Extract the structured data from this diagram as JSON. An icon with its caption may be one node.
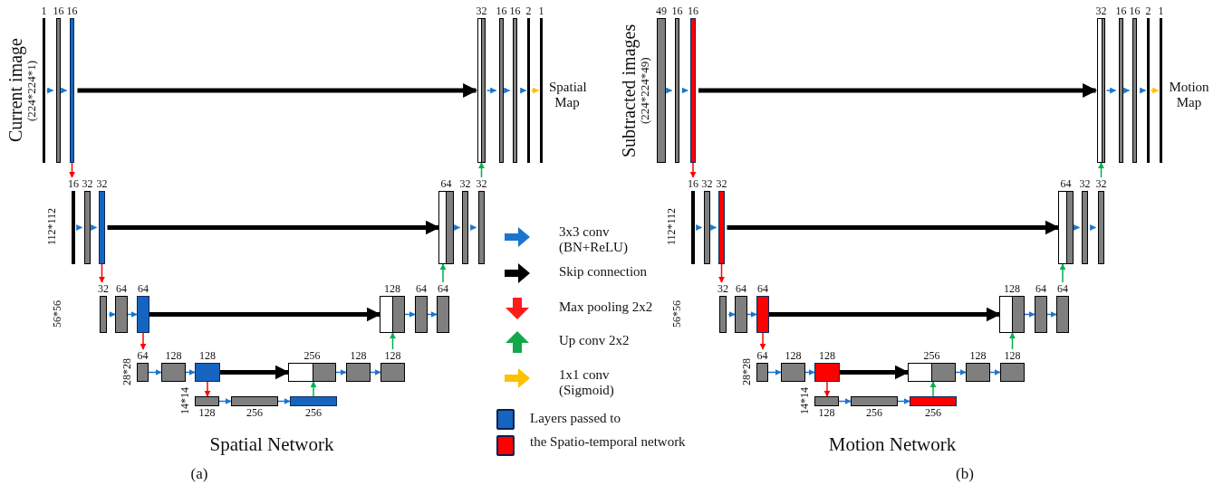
{
  "diagram": {
    "nodes": [
      {
        "text": [
          "1"
        ],
        "beside": [
          "Current image",
          "(224*224*1)"
        ]
      },
      {
        "text": [
          "16"
        ]
      },
      {
        "text": [
          "16"
        ]
      },
      {
        "text": [
          "32"
        ]
      },
      {
        "text": [
          "16"
        ]
      },
      {
        "text": [
          "16"
        ]
      },
      {
        "text": [
          "2"
        ]
      },
      {
        "text": [
          "1"
        ],
        "beside": [
          "Spatial Map"
        ]
      },
      {
        "text": [
          "16"
        ]
      },
      {
        "text": [
          "32"
        ]
      },
      {
        "text": [
          "32"
        ]
      },
      {
        "text": [
          "64"
        ]
      },
      {
        "text": [
          "32"
        ]
      },
      {
        "text": [
          "32"
        ]
      },
      {
        "text": [
          "32"
        ]
      },
      {
        "text": [
          "64"
        ]
      },
      {
        "text": [
          "64"
        ]
      },
      {
        "text": [
          "128"
        ]
      },
      {
        "text": [
          "64"
        ]
      },
      {
        "text": [
          "64"
        ]
      },
      {
        "text": [
          "64"
        ]
      },
      {
        "text": [
          "128"
        ]
      },
      {
        "text": [
          "128"
        ]
      },
      {
        "text": [
          "256"
        ]
      },
      {
        "text": [
          "128"
        ]
      },
      {
        "text": [
          "128"
        ]
      },
      {
        "text": [
          "128"
        ]
      },
      {
        "text": [
          "256"
        ]
      },
      {
        "text": [
          "256"
        ]
      },
      {
        "text": [
          "49"
        ],
        "beside": [
          "Subtracted images",
          "(224*224*49)"
        ]
      },
      {
        "text": [
          "16"
        ]
      },
      {
        "text": [
          "16"
        ]
      },
      {
        "text": [
          "32"
        ]
      },
      {
        "text": [
          "16"
        ]
      },
      {
        "text": [
          "16"
        ]
      },
      {
        "text": [
          "2"
        ]
      },
      {
        "text": [
          "1"
        ],
        "beside": [
          "Motion Map"
        ]
      },
      {
        "text": [
          "16"
        ]
      },
      {
        "text": [
          "32"
        ]
      },
      {
        "text": [
          "32"
        ]
      },
      {
        "text": [
          "64"
        ]
      },
      {
        "text": [
          "32"
        ]
      },
      {
        "text": [
          "32"
        ]
      },
      {
        "text": [
          "32"
        ]
      },
      {
        "text": [
          "64"
        ]
      },
      {
        "text": [
          "64"
        ]
      },
      {
        "text": [
          "128"
        ]
      },
      {
        "text": [
          "64"
        ]
      },
      {
        "text": [
          "64"
        ]
      },
      {
        "text": [
          "64"
        ]
      },
      {
        "text": [
          "128"
        ]
      },
      {
        "text": [
          "128"
        ]
      },
      {
        "text": [
          "256"
        ]
      },
      {
        "text": [
          "128"
        ]
      },
      {
        "text": [
          "128"
        ]
      },
      {
        "text": [
          "128"
        ]
      },
      {
        "text": [
          "256"
        ]
      },
      {
        "text": [
          "256"
        ]
      }
    ],
    "edges": [
      {
        "from": 0,
        "to": 1,
        "arrow": "to"
      },
      {
        "from": 1,
        "to": 2,
        "arrow": "to"
      },
      {
        "from": 2,
        "to": 3,
        "arrow": "to",
        "style": "thick",
        "color": "#000000"
      },
      {
        "from": 3,
        "to": 4,
        "arrow": "to"
      },
      {
        "from": 4,
        "to": 5,
        "arrow": "to"
      },
      {
        "from": 5,
        "to": 6,
        "arrow": "to"
      },
      {
        "from": 6,
        "to": 7,
        "arrow": "to",
        "color": "#ffc000"
      },
      {
        "from": 8,
        "to": 9,
        "arrow": "to"
      },
      {
        "from": 9,
        "to": 10,
        "arrow": "to"
      },
      {
        "from": 10,
        "to": 11,
        "arrow": "to",
        "style": "thick",
        "color": "#000000"
      },
      {
        "from": 11,
        "to": 12,
        "arrow": "to"
      },
      {
        "from": 12,
        "to": 13,
        "arrow": "to"
      },
      {
        "from": 14,
        "to": 15,
        "arrow": "to"
      },
      {
        "from": 15,
        "to": 16,
        "arrow": "to"
      },
      {
        "from": 16,
        "to": 17,
        "arrow": "to",
        "style": "thick",
        "color": "#000000"
      },
      {
        "from": 17,
        "to": 18,
        "arrow": "to"
      },
      {
        "from": 18,
        "to": 19,
        "arrow": "to"
      },
      {
        "from": 20,
        "to": 21,
        "arrow": "to"
      },
      {
        "from": 21,
        "to": 22,
        "arrow": "to"
      },
      {
        "from": 22,
        "to": 23,
        "arrow": "to",
        "style": "thick",
        "color": "#000000"
      },
      {
        "from": 23,
        "to": 24,
        "arrow": "to"
      },
      {
        "from": 24,
        "to": 25,
        "arrow": "to"
      },
      {
        "from": 26,
        "to": 27,
        "arrow": "to"
      },
      {
        "from": 27,
        "to": 28,
        "arrow": "to"
      },
      {
        "from": 2,
        "to": 8,
        "arrow": "to",
        "color": "#ff0000"
      },
      {
        "from": 10,
        "to": 14,
        "arrow": "to",
        "color": "#ff0000"
      },
      {
        "from": 16,
        "to": 20,
        "arrow": "to",
        "color": "#ff0000"
      },
      {
        "from": 22,
        "to": 26,
        "arrow": "to",
        "color": "#ff0000"
      },
      {
        "from": 28,
        "to": 23,
        "arrow": "to",
        "color": "#00b050"
      },
      {
        "from": 25,
        "to": 17,
        "arrow": "to",
        "color": "#00b050"
      },
      {
        "from": 19,
        "to": 11,
        "arrow": "to",
        "color": "#00b050"
      },
      {
        "from": 13,
        "to": 3,
        "arrow": "to",
        "color": "#00b050"
      },
      {
        "from": 29,
        "to": 30,
        "arrow": "to"
      },
      {
        "from": 30,
        "to": 31,
        "arrow": "to"
      },
      {
        "from": 31,
        "to": 32,
        "arrow": "to",
        "style": "thick",
        "color": "#000000"
      },
      {
        "from": 32,
        "to": 33,
        "arrow": "to"
      },
      {
        "from": 33,
        "to": 34,
        "arrow": "to"
      },
      {
        "from": 34,
        "to": 35,
        "arrow": "to"
      },
      {
        "from": 35,
        "to": 36,
        "arrow": "to",
        "color": "#ffc000"
      },
      {
        "from": 37,
        "to": 38,
        "arrow": "to"
      },
      {
        "from": 38,
        "to": 39,
        "arrow": "to"
      },
      {
        "from": 39,
        "to": 40,
        "arrow": "to",
        "style": "thick",
        "color": "#000000"
      },
      {
        "from": 40,
        "to": 41,
        "arrow": "to"
      },
      {
        "from": 41,
        "to": 42,
        "arrow": "to"
      },
      {
        "from": 43,
        "to": 44,
        "arrow": "to"
      },
      {
        "from": 44,
        "to": 45,
        "arrow": "to"
      },
      {
        "from": 45,
        "to": 46,
        "arrow": "to",
        "style": "thick",
        "color": "#000000"
      },
      {
        "from": 46,
        "to": 47,
        "arrow": "to"
      },
      {
        "from": 47,
        "to": 48,
        "arrow": "to"
      },
      {
        "from": 49,
        "to": 50,
        "arrow": "to"
      },
      {
        "from": 50,
        "to": 51,
        "arrow": "to"
      },
      {
        "from": 51,
        "to": 52,
        "arrow": "to",
        "style": "thick",
        "color": "#000000"
      },
      {
        "from": 52,
        "to": 53,
        "arrow": "to"
      },
      {
        "from": 53,
        "to": 54,
        "arrow": "to"
      },
      {
        "from": 55,
        "to": 56,
        "arrow": "to"
      },
      {
        "from": 56,
        "to": 57,
        "arrow": "to"
      },
      {
        "from": 31,
        "to": 37,
        "arrow": "to",
        "color": "#ff0000"
      },
      {
        "from": 39,
        "to": 43,
        "arrow": "to",
        "color": "#ff0000"
      },
      {
        "from": 45,
        "to": 49,
        "arrow": "to",
        "color": "#ff0000"
      },
      {
        "from": 51,
        "to": 55,
        "arrow": "to",
        "color": "#ff0000"
      },
      {
        "from": 57,
        "to": 52,
        "arrow": "to",
        "color": "#00b050"
      },
      {
        "from": 54,
        "to": 46,
        "arrow": "to",
        "color": "#00b050"
      },
      {
        "from": 48,
        "to": 40,
        "arrow": "to",
        "color": "#00b050"
      },
      {
        "from": 42,
        "to": 32,
        "arrow": "to",
        "color": "#00b050"
      }
    ],
    "labels": [
      "112*112",
      "56*56",
      "28*28",
      "14*14",
      "Spatial Network",
      "(a)",
      "112*112",
      "56*56",
      "28*28",
      "14*14",
      "Motion Network",
      "(b)"
    ],
    "legend": [
      {
        "text": "3x3 conv (BN+ReLU)"
      },
      {
        "text": "Skip connection"
      },
      {
        "text": "Max pooling 2x2"
      },
      {
        "text": "Up conv 2x2"
      },
      {
        "text": "1x1 conv (Sigmoid)"
      },
      {
        "text": "Layers passed to",
        "color": "#1565c0"
      },
      {
        "text": "the Spatio-temporal network",
        "color": "#ff0000"
      }
    ]
  }
}
